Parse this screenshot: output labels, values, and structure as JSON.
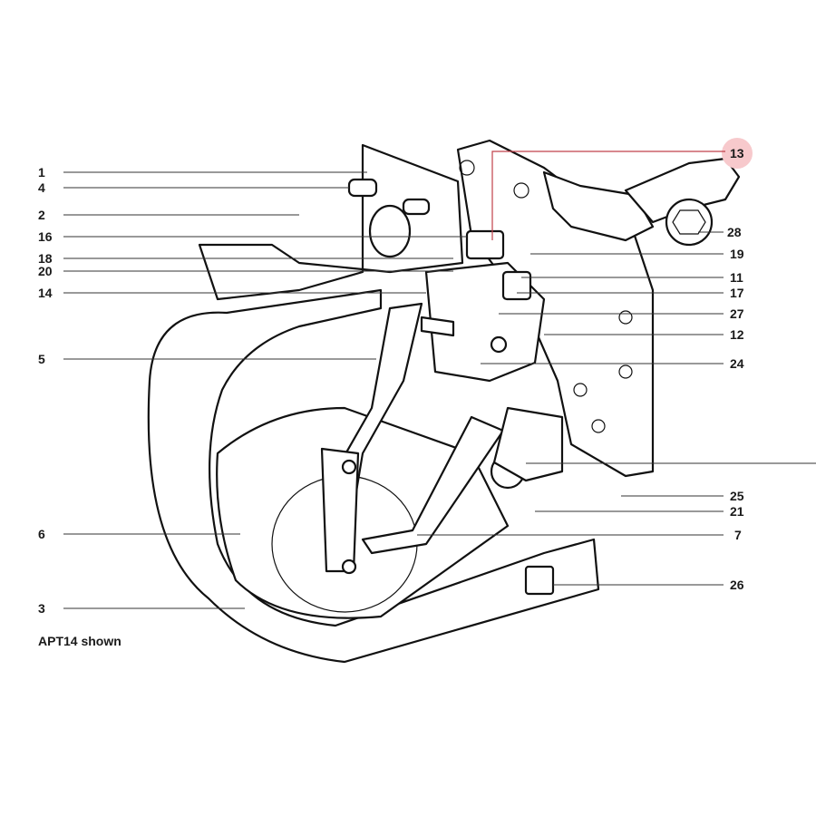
{
  "diagram": {
    "caption": "APT14 shown",
    "highlight_color": "#f7c9cc",
    "highlight_line_color": "#c0404a",
    "labels_left": [
      "1",
      "4",
      "2",
      "16",
      "18",
      "20",
      "14",
      "5",
      "6",
      "3"
    ],
    "labels_right": [
      "13",
      "28",
      "19",
      "11",
      "17",
      "27",
      "12",
      "24",
      "25",
      "21",
      "7",
      "26"
    ]
  }
}
